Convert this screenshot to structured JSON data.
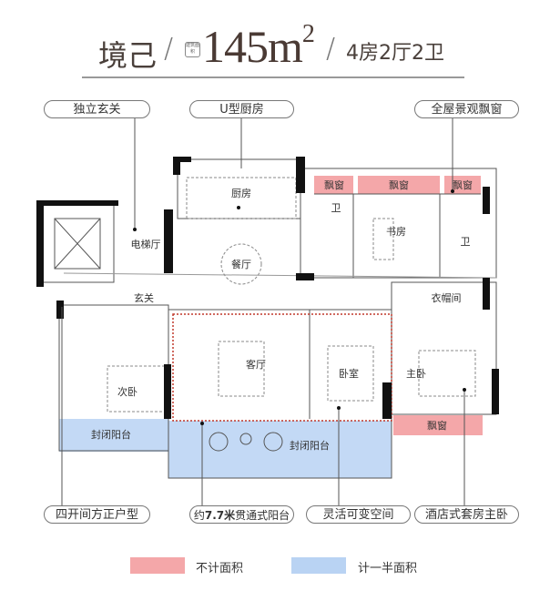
{
  "header": {
    "project_name": "境己",
    "slash": "/",
    "badge": "建筑面积",
    "area_value": "145m",
    "area_sup": "2",
    "layout": "4房2厅2卫"
  },
  "callouts_top": [
    {
      "label": "独立玄关"
    },
    {
      "label": "U型厨房"
    },
    {
      "label": "全屋景观飘窗"
    }
  ],
  "callouts_bottom": [
    {
      "label": "四开间方正户型"
    },
    {
      "label": "约7.7米贯通式阳台",
      "prefix": "约",
      "highlight": "7.7米",
      "suffix": "贯通式阳台"
    },
    {
      "label": "灵活可变空间"
    },
    {
      "label": "酒店式套房主卧"
    }
  ],
  "rooms": {
    "elevator_hall": "电梯厅",
    "kitchen": "厨房",
    "dining": "餐厅",
    "bath1": "卫",
    "study": "书房",
    "bath2": "卫",
    "walk_in_closet": "衣帽间",
    "foyer": "玄关",
    "living": "客厅",
    "bedroom": "卧室",
    "second_bedroom": "次卧",
    "master_bedroom": "主卧",
    "balcony_left": "封闭阳台",
    "balcony_main": "封闭阳台",
    "bay1": "飘窗",
    "bay2": "飘窗",
    "bay3": "飘窗",
    "bay4": "飘窗"
  },
  "legend": [
    {
      "label": "不计面积",
      "color": "#f4a7a9"
    },
    {
      "label": "计一半面积",
      "color": "#b9d3f3"
    }
  ],
  "colors": {
    "pink": "#f4a7a9",
    "blue": "#c3d9f5",
    "wall": "#111111",
    "dotted": "#c0392b"
  }
}
